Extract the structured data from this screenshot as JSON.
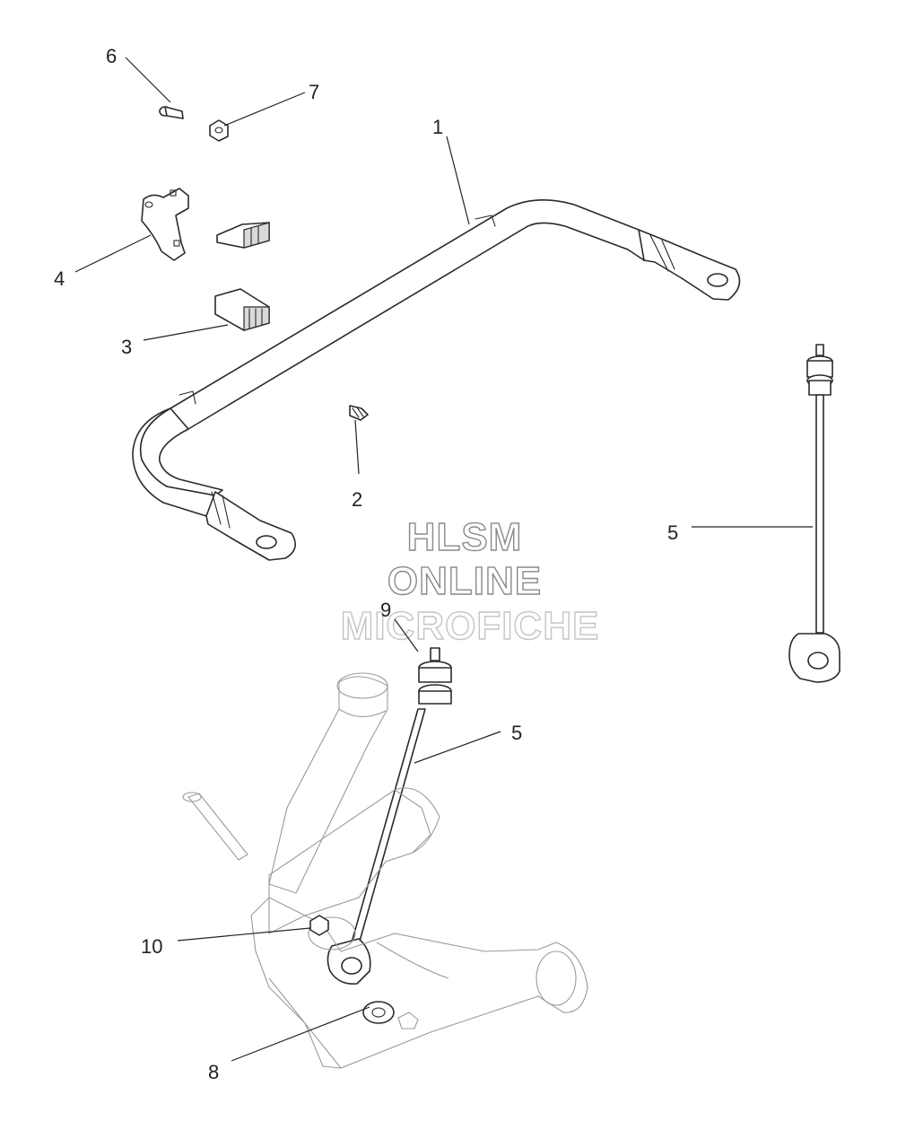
{
  "watermark": {
    "line1": "HLSM",
    "line2": "ONLINE",
    "line3": "MICROFICHE"
  },
  "callouts": [
    "1",
    "2",
    "3",
    "4",
    "5",
    "5",
    "6",
    "7",
    "8",
    "9",
    "10"
  ]
}
